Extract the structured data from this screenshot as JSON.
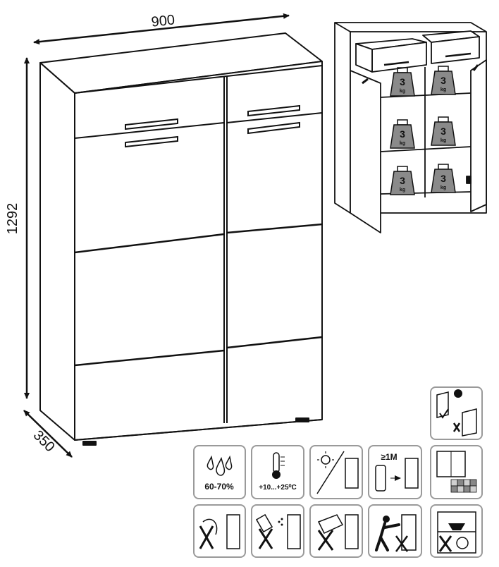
{
  "dimensions": {
    "width": "900",
    "height": "1292",
    "depth": "350"
  },
  "shelf_weight": {
    "value": "3",
    "unit": "kg",
    "shelf_count": 6
  },
  "care_icons": {
    "humidity": {
      "name": "humidity-droplets-icon",
      "label": "60-70%"
    },
    "temperature": {
      "name": "thermometer-icon",
      "label": "+10...+25⁰C"
    },
    "sunlight": {
      "name": "no-direct-sunlight-icon"
    },
    "heater_distance": {
      "name": "heater-distance-icon",
      "label": "≥1M"
    },
    "door_handle": {
      "name": "door-hinge-adjust-icon"
    },
    "color_variation": {
      "name": "color-sample-icon"
    },
    "no_wet_cloth": {
      "name": "no-wet-cleaning-icon"
    },
    "no_spray": {
      "name": "no-spray-icon"
    },
    "no_abrasive": {
      "name": "no-abrasive-sponge-icon"
    },
    "no_climbing": {
      "name": "no-climbing-icon"
    },
    "no_overload": {
      "name": "no-heavy-load-icon"
    },
    "wall_mount": {
      "name": "wall-anchor-icon"
    }
  },
  "colors": {
    "line": "#111111",
    "icon_border": "#9a9a9a",
    "weight_fill": "#8a8a8a"
  }
}
